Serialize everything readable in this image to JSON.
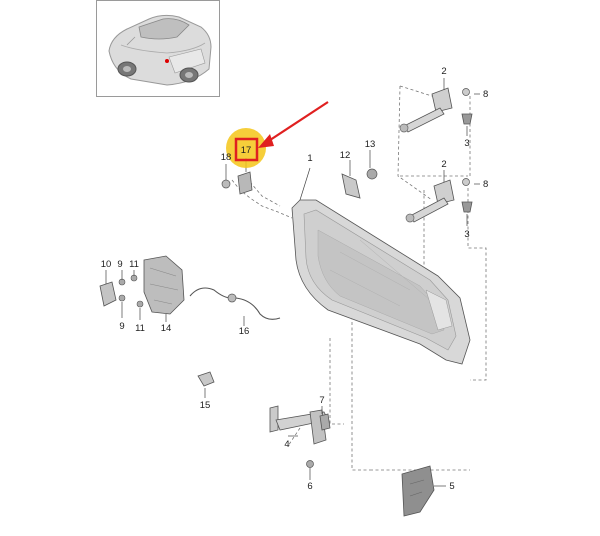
{
  "thumbnail": {
    "icon": "car-thumbnail-icon"
  },
  "callouts": {
    "p1": "1",
    "p2a": "2",
    "p2b": "2",
    "p3a": "3",
    "p3b": "3",
    "p4": "4",
    "p5": "5",
    "p6": "6",
    "p7": "7",
    "p8a": "8",
    "p8b": "8",
    "p9a": "9",
    "p9b": "9",
    "p10": "10",
    "p11a": "11",
    "p11b": "11",
    "p12": "12",
    "p13": "13",
    "p14": "14",
    "p15": "15",
    "p16": "16",
    "p17": "17",
    "p18": "18"
  },
  "highlight": {
    "target": "17",
    "circle_color": "#f5c518",
    "box_color": "#e02020",
    "arrow_color": "#e02020"
  }
}
